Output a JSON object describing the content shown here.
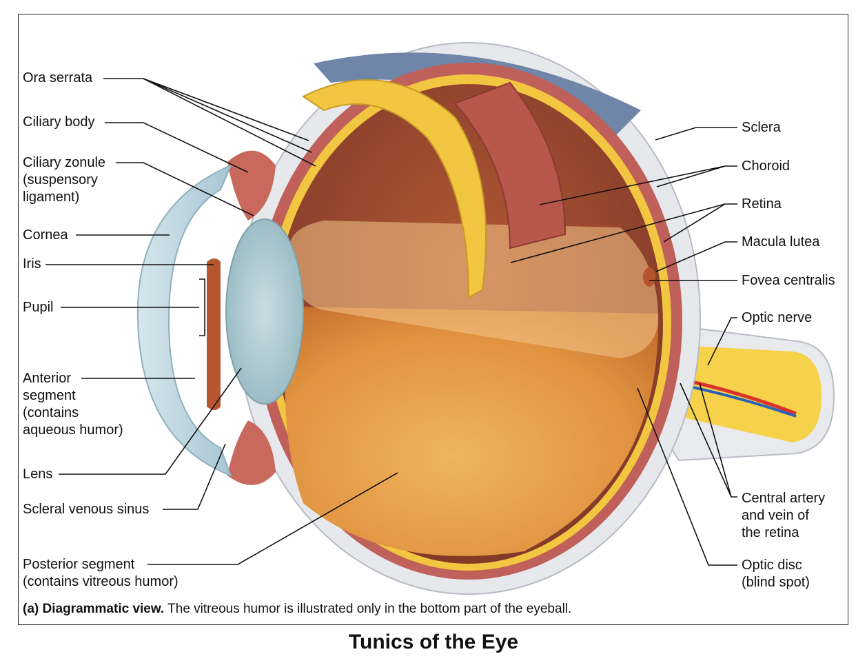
{
  "title": "Tunics of the Eye",
  "caption": {
    "bold": "(a) Diagrammatic view.",
    "rest": " The vitreous humor is illustrated only in the bottom part of the eyeball."
  },
  "labels_left": [
    {
      "id": "ora-serrata",
      "lines": [
        "Ora serrata"
      ]
    },
    {
      "id": "ciliary-body",
      "lines": [
        "Ciliary body"
      ]
    },
    {
      "id": "ciliary-zonule",
      "lines": [
        "Ciliary zonule",
        "(suspensory",
        "ligament)"
      ]
    },
    {
      "id": "cornea",
      "lines": [
        "Cornea"
      ]
    },
    {
      "id": "iris",
      "lines": [
        "Iris"
      ]
    },
    {
      "id": "pupil",
      "lines": [
        "Pupil"
      ]
    },
    {
      "id": "anterior-segment",
      "lines": [
        "Anterior",
        "segment",
        "(contains",
        "aqueous humor)"
      ]
    },
    {
      "id": "lens",
      "lines": [
        "Lens"
      ]
    },
    {
      "id": "scleral-venous-sinus",
      "lines": [
        "Scleral venous sinus"
      ]
    },
    {
      "id": "posterior-segment",
      "lines": [
        "Posterior segment",
        "(contains vitreous humor)"
      ]
    }
  ],
  "labels_right": [
    {
      "id": "sclera",
      "lines": [
        "Sclera"
      ]
    },
    {
      "id": "choroid",
      "lines": [
        "Choroid"
      ]
    },
    {
      "id": "retina",
      "lines": [
        "Retina"
      ]
    },
    {
      "id": "macula-lutea",
      "lines": [
        "Macula lutea"
      ]
    },
    {
      "id": "fovea-centralis",
      "lines": [
        "Fovea centralis"
      ]
    },
    {
      "id": "optic-nerve",
      "lines": [
        "Optic nerve"
      ]
    },
    {
      "id": "central-artery",
      "lines": [
        "Central artery",
        "and vein of",
        "the retina"
      ]
    },
    {
      "id": "optic-disc",
      "lines": [
        "Optic disc",
        "(blind spot)"
      ]
    }
  ],
  "colors": {
    "sclera": "#e6e8ec",
    "sclera_top": "#6f86a8",
    "choroid": "#c0605a",
    "retina": "#f2c640",
    "vitreous": "#d98a3c",
    "cornea": "#b9d3de",
    "lens": "#a9c7cf",
    "iris": "#b5562f",
    "nerve": "#f5d24a",
    "artery": "#d8332b",
    "vein": "#2a62b8"
  }
}
